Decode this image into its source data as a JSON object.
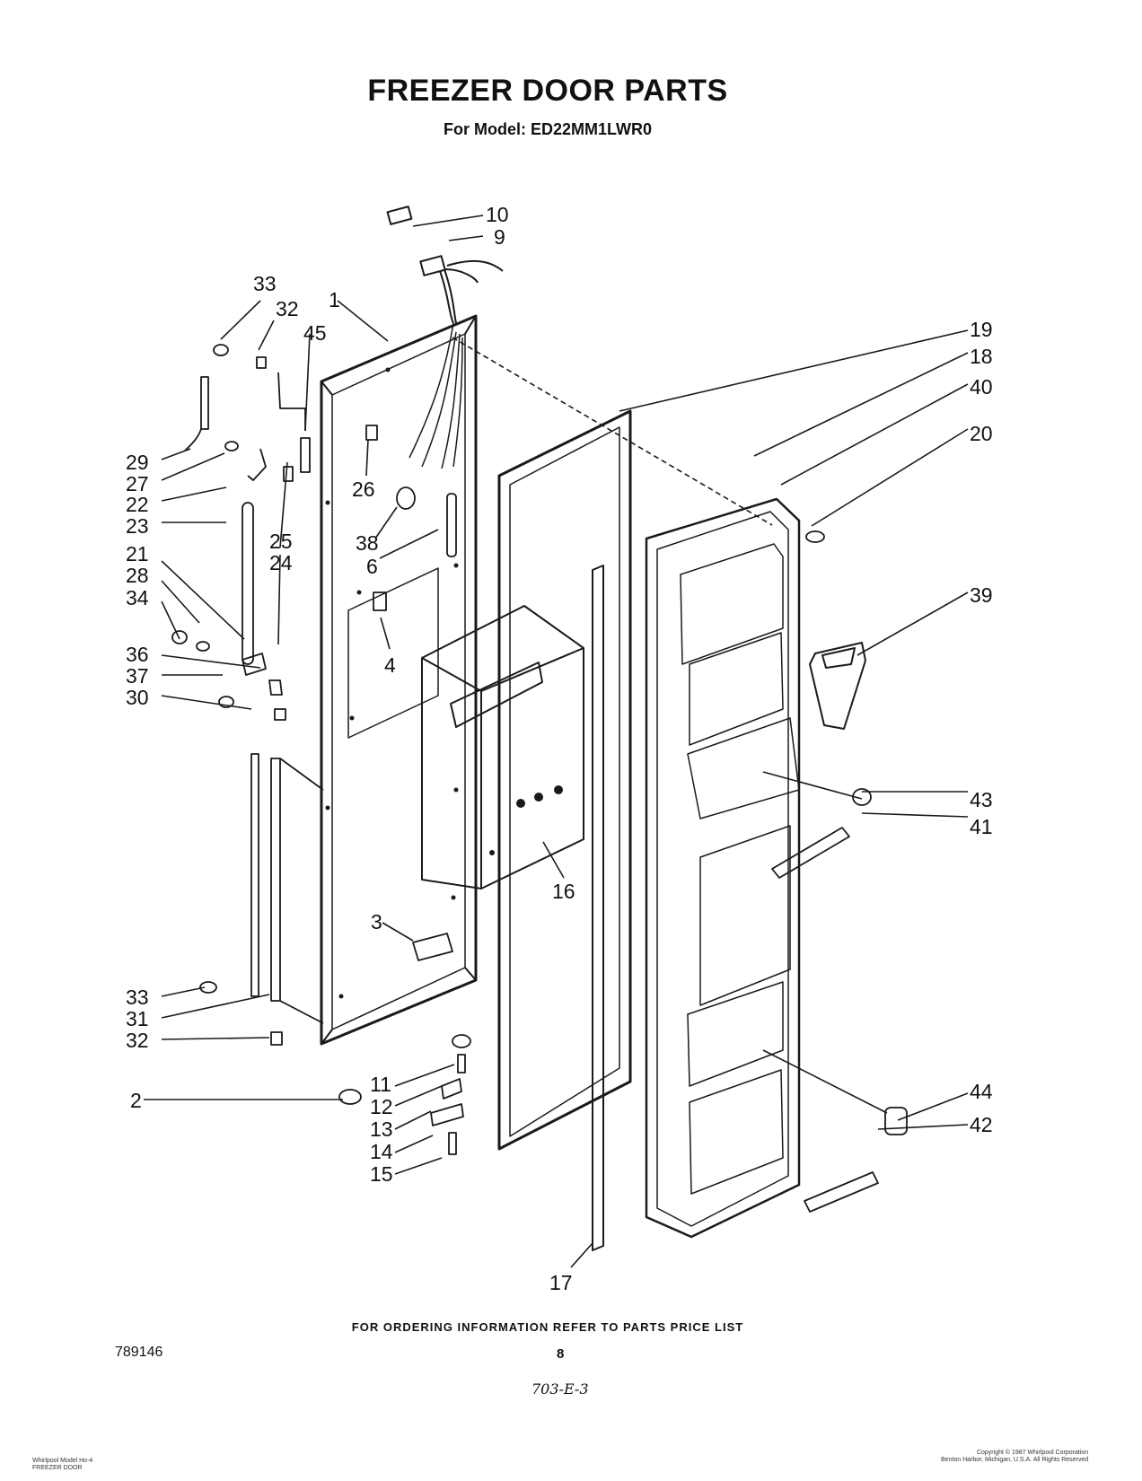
{
  "header": {
    "title": "FREEZER DOOR PARTS",
    "subtitle": "For Model: ED22MM1LWR0"
  },
  "callouts": [
    {
      "id": "c10",
      "label": "10"
    },
    {
      "id": "c9",
      "label": "9"
    },
    {
      "id": "c33a",
      "label": "33"
    },
    {
      "id": "c32a",
      "label": "32"
    },
    {
      "id": "c1",
      "label": "1"
    },
    {
      "id": "c45",
      "label": "45"
    },
    {
      "id": "c19",
      "label": "19"
    },
    {
      "id": "c18",
      "label": "18"
    },
    {
      "id": "c40",
      "label": "40"
    },
    {
      "id": "c20",
      "label": "20"
    },
    {
      "id": "c29",
      "label": "29"
    },
    {
      "id": "c27",
      "label": "27"
    },
    {
      "id": "c22",
      "label": "22"
    },
    {
      "id": "c23",
      "label": "23"
    },
    {
      "id": "c26",
      "label": "26"
    },
    {
      "id": "c25",
      "label": "25"
    },
    {
      "id": "c24",
      "label": "24"
    },
    {
      "id": "c38",
      "label": "38"
    },
    {
      "id": "c6",
      "label": "6"
    },
    {
      "id": "c21",
      "label": "21"
    },
    {
      "id": "c28",
      "label": "28"
    },
    {
      "id": "c34",
      "label": "34"
    },
    {
      "id": "c39",
      "label": "39"
    },
    {
      "id": "c4",
      "label": "4"
    },
    {
      "id": "c36",
      "label": "36"
    },
    {
      "id": "c37",
      "label": "37"
    },
    {
      "id": "c30",
      "label": "30"
    },
    {
      "id": "c43",
      "label": "43"
    },
    {
      "id": "c41",
      "label": "41"
    },
    {
      "id": "c16",
      "label": "16"
    },
    {
      "id": "c3",
      "label": "3"
    },
    {
      "id": "c33b",
      "label": "33"
    },
    {
      "id": "c31",
      "label": "31"
    },
    {
      "id": "c32b",
      "label": "32"
    },
    {
      "id": "c11",
      "label": "11"
    },
    {
      "id": "c2",
      "label": "2"
    },
    {
      "id": "c12",
      "label": "12"
    },
    {
      "id": "c13",
      "label": "13"
    },
    {
      "id": "c14",
      "label": "14"
    },
    {
      "id": "c15",
      "label": "15"
    },
    {
      "id": "c44",
      "label": "44"
    },
    {
      "id": "c42",
      "label": "42"
    },
    {
      "id": "c17",
      "label": "17"
    }
  ],
  "footer": {
    "ordering_note": "FOR ORDERING INFORMATION REFER TO PARTS PRICE LIST",
    "diagram_number": "789146",
    "page_number": "8",
    "handwritten": "703-E-3",
    "small_left_line1": "Whirlpool Model Ho-4",
    "small_left_line2": "FREEZER DOOR",
    "small_right_line1": "Copyright © 1987 Whirlpool Corporation",
    "small_right_line2": "Benton Harbor, Michigan, U.S.A. All Rights Reserved"
  }
}
